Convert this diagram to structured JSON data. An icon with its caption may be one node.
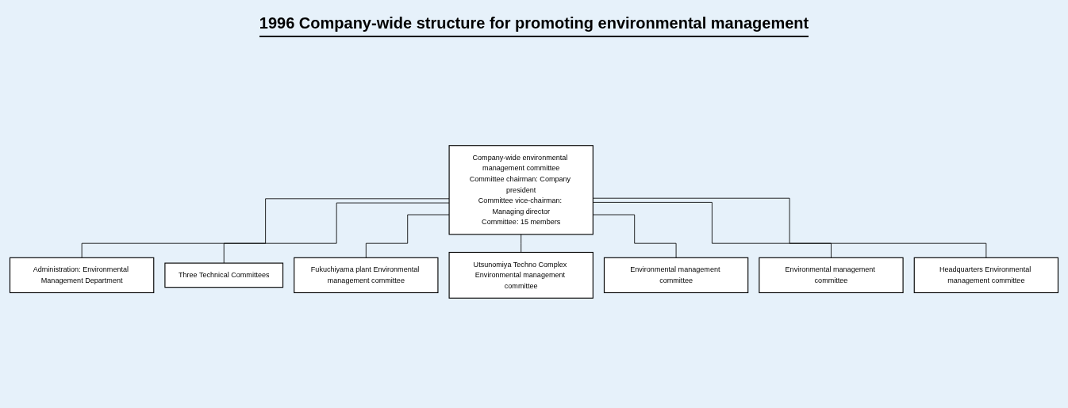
{
  "diagram": {
    "title": "1996 Company-wide structure for promoting environmental management",
    "nodes": [
      {
        "text": [
          "Company-wide environmental management committee",
          "Committee chairman:",
          "Company president",
          "Committee vice-chairman:",
          "Managing director",
          "Committee:",
          "15 members"
        ]
      },
      {
        "text": [
          "Administration: Environmental Management Department"
        ]
      },
      {
        "text": [
          "Three Technical Committees"
        ]
      },
      {
        "text": [
          "Fukuchiyama plant Environmental management committee"
        ]
      },
      {
        "text": [
          "Utsunomiya Techno Complex Environmental management committee"
        ]
      },
      {
        "text": [
          "Environmental management committee"
        ]
      },
      {
        "text": [
          "Environmental management committee"
        ]
      },
      {
        "text": [
          "Headquarters Environmental management committee"
        ]
      }
    ],
    "edges": [
      {
        "from": 0,
        "to": 1,
        "arrow": "none"
      },
      {
        "from": 0,
        "to": 2,
        "arrow": "none"
      },
      {
        "from": 0,
        "to": 3,
        "arrow": "none"
      },
      {
        "from": 0,
        "to": 4,
        "arrow": "none"
      },
      {
        "from": 0,
        "to": 5,
        "arrow": "none"
      },
      {
        "from": 0,
        "to": 6,
        "arrow": "none"
      },
      {
        "from": 0,
        "to": 7,
        "arrow": "none"
      }
    ]
  }
}
